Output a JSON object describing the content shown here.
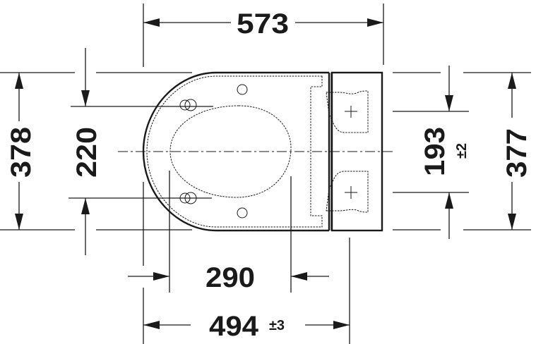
{
  "title": "Toilet seat top-view dimension drawing",
  "units": "mm",
  "colors": {
    "line": "#1a1a1a",
    "background": "#ffffff"
  },
  "dimensions": {
    "overall_length": {
      "value": "573",
      "tolerance": ""
    },
    "seat_width": {
      "value": "378",
      "tolerance": ""
    },
    "fixing_hole_spacing_inner": {
      "value": "220",
      "tolerance": ""
    },
    "hinge_spacing": {
      "value": "193",
      "tolerance": "±2"
    },
    "hinge_block_width": {
      "value": "377",
      "tolerance": ""
    },
    "opening_length": {
      "value": "290",
      "tolerance": ""
    },
    "front_to_hinge": {
      "value": "494",
      "tolerance": "±3"
    }
  }
}
